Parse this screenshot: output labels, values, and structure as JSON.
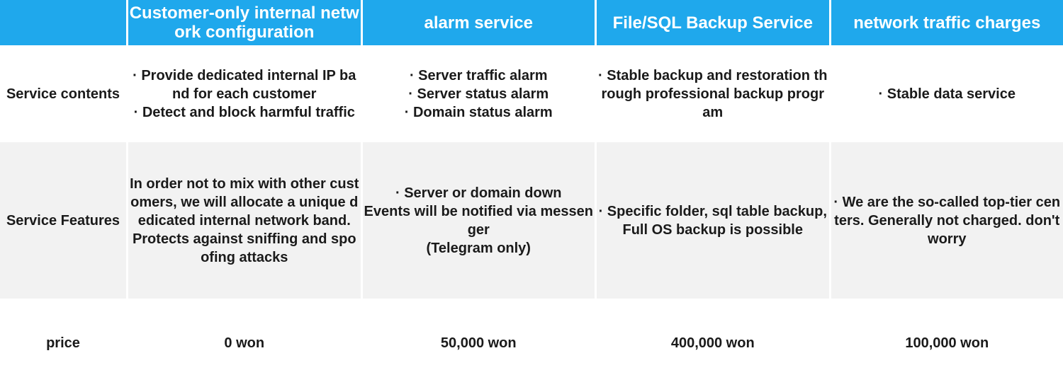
{
  "colors": {
    "header_bg": "#1fa8ec",
    "header_text": "#ffffff",
    "alt_row_bg": "#f2f2f2",
    "body_text": "#1a1a1a"
  },
  "table": {
    "header": {
      "corner": "",
      "columns": [
        "Customer-only internal network configuration",
        "alarm service",
        "File/SQL Backup Service",
        "network traffic charges"
      ]
    },
    "rows": [
      {
        "label": "Service contents",
        "cells": [
          "· Provide dedicated internal IP band for each customer\n· Detect and block harmful traffic",
          "· Server traffic alarm\n· Server status alarm\n· Domain status alarm",
          "· Stable backup and restoration through professional backup program",
          "· Stable data service"
        ]
      },
      {
        "label": "Service Features",
        "cells": [
          "In order not to mix with other customers, we will allocate a unique dedicated internal network band.\nProtects against sniffing and spoofing attacks",
          "· Server or domain down\nEvents will be notified via messenger\n(Telegram only)",
          "· Specific folder, sql table backup,\nFull OS backup is possible",
          "· We are the so-called top-tier centers. Generally not charged. don't worry"
        ]
      },
      {
        "label": "price",
        "cells": [
          "0 won",
          "50,000 won",
          "400,000 won",
          "100,000 won"
        ]
      }
    ]
  }
}
